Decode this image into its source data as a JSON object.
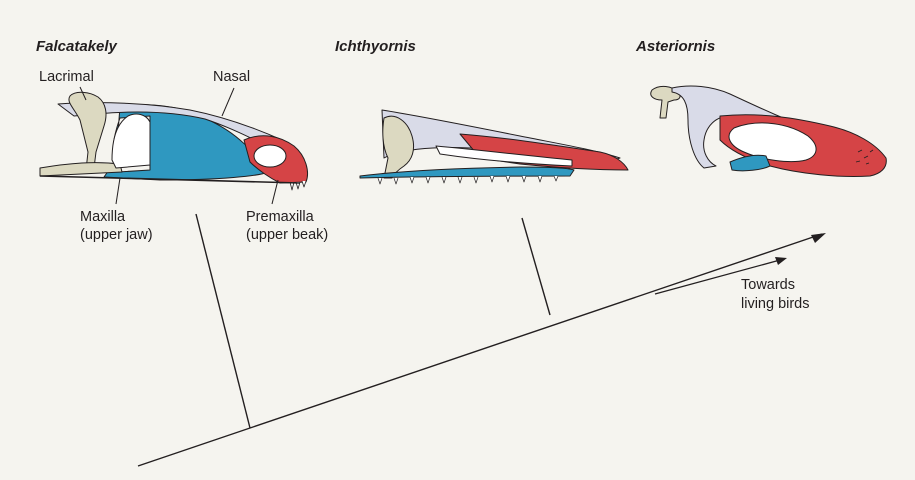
{
  "taxa": {
    "falcatakely": "Falcatakely",
    "ichthyornis": "Ichthyornis",
    "asteriornis": "Asteriornis"
  },
  "labels": {
    "lacrimal": "Lacrimal",
    "nasal": "Nasal",
    "maxilla_line1": "Maxilla",
    "maxilla_line2": "(upper jaw)",
    "premaxilla_line1": "Premaxilla",
    "premaxilla_line2": "(upper beak)"
  },
  "arrow_label": {
    "line1": "Towards",
    "line2": "living birds"
  },
  "colors": {
    "background": "#f5f4ef",
    "maxilla": "#2f98c0",
    "premaxilla": "#d54446",
    "nasal": "#d9dbe8",
    "lacrimal": "#dcd9c1",
    "outline": "#231f20"
  }
}
